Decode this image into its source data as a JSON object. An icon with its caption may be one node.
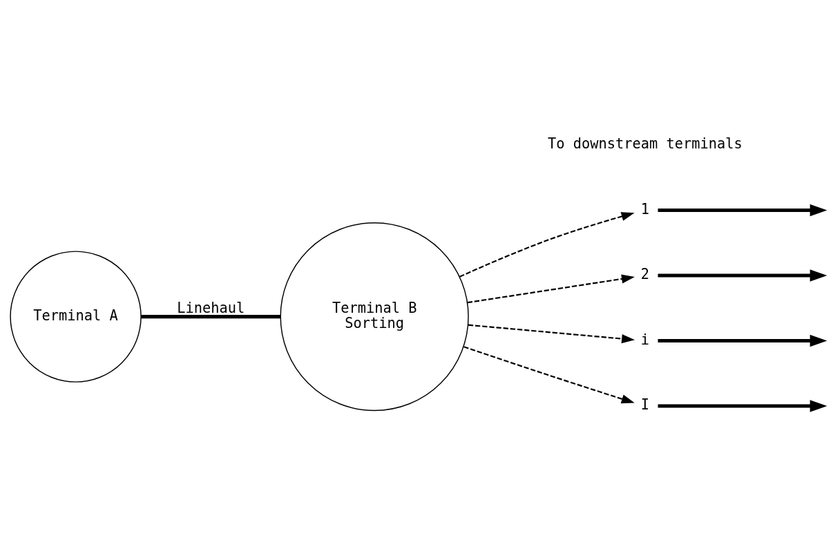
{
  "diagram": {
    "nodes": [
      {
        "text": [
          "Terminal A"
        ]
      },
      {
        "text": [
          "Terminal B",
          "Sorting"
        ]
      },
      {
        "text": [
          "1"
        ]
      },
      {
        "text": [
          "2"
        ]
      },
      {
        "text": [
          "i"
        ]
      },
      {
        "text": [
          "I"
        ]
      }
    ],
    "edges": [
      {
        "from": 0,
        "to": 1,
        "arrow": "none",
        "label": "Linehaul"
      },
      {
        "from": 1,
        "to": 2,
        "arrow": "to",
        "style": "dashed"
      },
      {
        "from": 1,
        "to": 3,
        "arrow": "to",
        "style": "dashed"
      },
      {
        "from": 1,
        "to": 4,
        "arrow": "to",
        "style": "dashed"
      },
      {
        "from": 1,
        "to": 5,
        "arrow": "to",
        "style": "dashed"
      },
      {
        "from": 2,
        "to": null,
        "arrow": "to"
      },
      {
        "from": 3,
        "to": null,
        "arrow": "to"
      },
      {
        "from": 4,
        "to": null,
        "arrow": "to"
      },
      {
        "from": 5,
        "to": null,
        "arrow": "to"
      }
    ],
    "labels": [
      "To downstream terminals"
    ]
  }
}
